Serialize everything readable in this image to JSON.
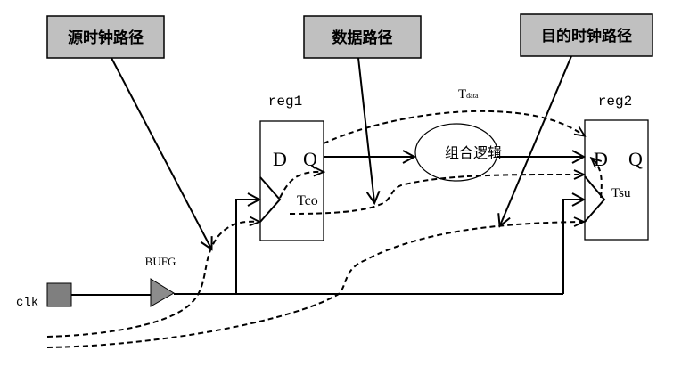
{
  "colors": {
    "callout_fill": "#c0c0c0",
    "clk_pad_fill": "#7f7f7f",
    "bufg_fill": "#8c8c8c",
    "line": "#000000",
    "background": "#ffffff"
  },
  "callouts": {
    "source_clock_path": "源时钟路径",
    "data_path": "数据路径",
    "dest_clock_path": "目的时钟路径"
  },
  "registers": {
    "reg1": {
      "name": "reg1",
      "d": "D",
      "q": "Q",
      "timing": "Tco"
    },
    "reg2": {
      "name": "reg2",
      "d": "D",
      "q": "Q",
      "timing": "Tsu"
    }
  },
  "combinational_logic": "组合逻辑",
  "tdata": {
    "main": "T",
    "sub": "data"
  },
  "clock": {
    "input": "clk",
    "buffer": "BUFG"
  }
}
